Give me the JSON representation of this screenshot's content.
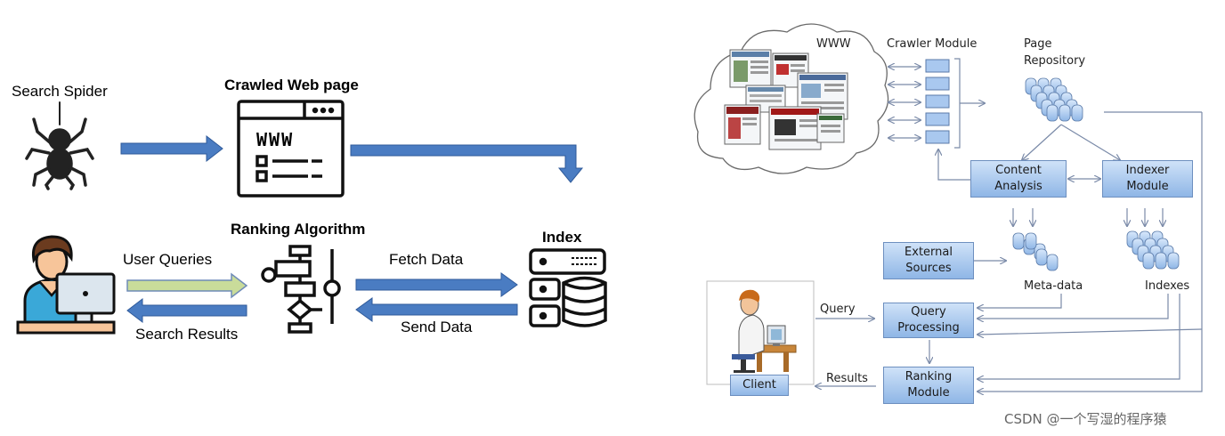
{
  "left": {
    "search_spider": "Search Spider",
    "crawled_web_page": "Crawled Web page",
    "www_text": "WWW",
    "ranking_algorithm": "Ranking Algorithm",
    "index": "Index",
    "user_queries": "User Queries",
    "search_results": "Search Results",
    "fetch_data": "Fetch Data",
    "send_data": "Send Data"
  },
  "right": {
    "www": "WWW",
    "crawler_module": "Crawler Module",
    "page_repository_line1": "Page",
    "page_repository_line2": "Repository",
    "content_analysis_line1": "Content",
    "content_analysis_line2": "Analysis",
    "indexer_module_line1": "Indexer",
    "indexer_module_line2": "Module",
    "external_sources_line1": "External",
    "external_sources_line2": "Sources",
    "meta_data": "Meta-data",
    "indexes": "Indexes",
    "query": "Query",
    "query_processing_line1": "Query",
    "query_processing_line2": "Processing",
    "results": "Results",
    "ranking_module_line1": "Ranking",
    "ranking_module_line2": "Module",
    "client": "Client"
  },
  "watermark": "CSDN @一个写湿的程序猿",
  "colors": {
    "arrow_blue": "#4a7cc2",
    "arrow_green": "#c9dc9a",
    "node_fill": "#a9c8ef",
    "line_gray": "#7a8aa8"
  }
}
